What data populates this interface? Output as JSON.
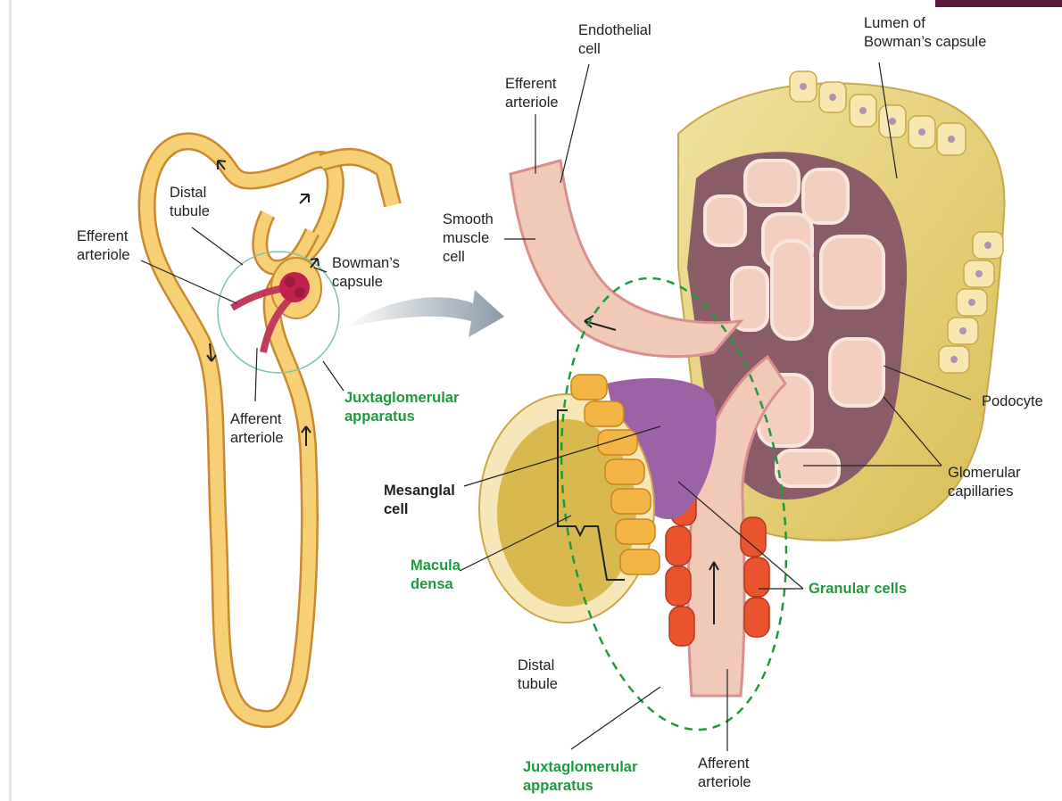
{
  "labels": {
    "endothelial_1": "Endothelial",
    "endothelial_2": "cell",
    "lumen_1": "Lumen of",
    "lumen_2": "Bowman’s capsule",
    "efferent_right_1": "Efferent",
    "efferent_right_2": "arteriole",
    "smooth_1": "Smooth",
    "smooth_2": "muscle",
    "smooth_3": "cell",
    "distal_left_1": "Distal",
    "distal_left_2": "tubule",
    "efferent_left_1": "Efferent",
    "efferent_left_2": "arteriole",
    "bowmans_1": "Bowman’s",
    "bowmans_2": "capsule",
    "afferent_left_1": "Afferent",
    "afferent_left_2": "arteriole",
    "jga_left_1": "Juxtaglomerular",
    "jga_left_2": "apparatus",
    "podocyte": "Podocyte",
    "glomerular_1": "Glomerular",
    "glomerular_2": "capillaries",
    "mesangial_1": "Mesanglal",
    "mesangial_2": "cell",
    "macula_1": "Macula",
    "macula_2": "densa",
    "granular": "Granular cells",
    "distal_right_1": "Distal",
    "distal_right_2": "tubule",
    "jga_right_1": "Juxtaglomerular",
    "jga_right_2": "apparatus",
    "afferent_right_1": "Afferent",
    "afferent_right_2": "arteriole"
  },
  "colors": {
    "tubule": "#f5c86a",
    "capsule": "#e9d27a",
    "capillary": "#f2c6b8",
    "podocyte": "#a1707b",
    "granular": "#e8502e",
    "mesangial": "#9a5fa3",
    "macula": "#f3b544",
    "green_text": "#1f9a3f"
  }
}
